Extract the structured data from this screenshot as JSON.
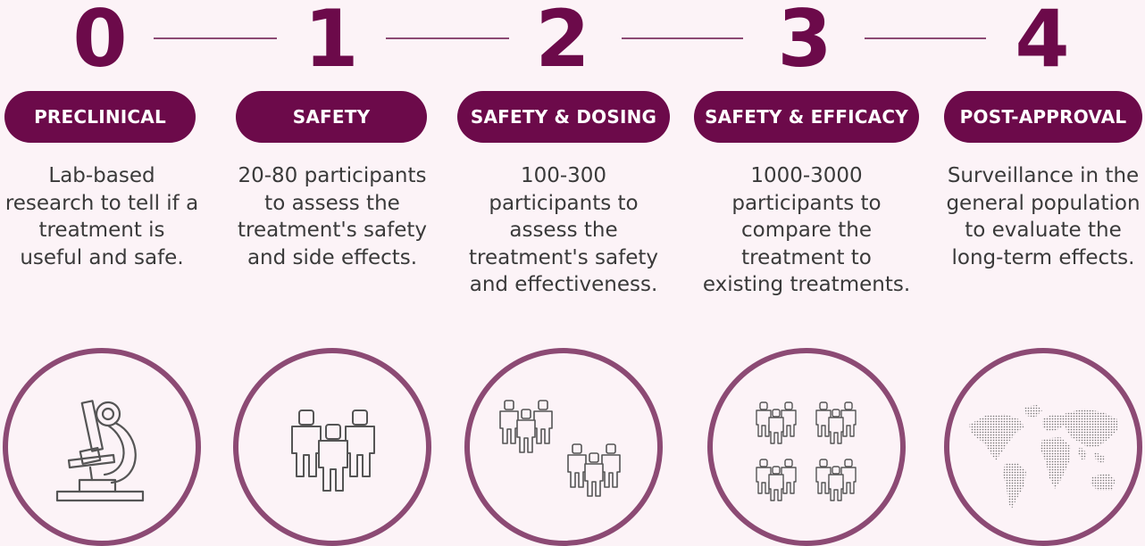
{
  "steps": [
    {
      "number": "0",
      "label": "PRECLINICAL",
      "description": [
        "Lab-based",
        "research to tell if a",
        "treatment is",
        "useful and safe."
      ],
      "icon": "microscope-icon"
    },
    {
      "number": "1",
      "label": "SAFETY",
      "description": [
        "20-80 participants",
        "to assess the",
        "treatment's safety",
        "and side effects."
      ],
      "icon": "small-group-icon"
    },
    {
      "number": "2",
      "label": "SAFETY & DOSING",
      "description": [
        "100-300",
        "participants to",
        "assess the",
        "treatment's safety",
        "and effectiveness."
      ],
      "icon": "two-groups-icon"
    },
    {
      "number": "3",
      "label": "SAFETY & EFFICACY",
      "description": [
        "1000-3000",
        "participants to",
        "compare the",
        "treatment to",
        "existing treatments."
      ],
      "icon": "four-groups-icon"
    },
    {
      "number": "4",
      "label": "POST-APPROVAL",
      "description": [
        "Surveillance in the",
        "general population",
        "to evaluate the",
        "long-term effects."
      ],
      "icon": "world-map-icon"
    }
  ],
  "colors": {
    "background": "#fcf3f7",
    "accent": "#6c0a4a",
    "circle_border": "#8c4a74",
    "text": "#3a3a3a",
    "icon_stroke": "#555555"
  }
}
